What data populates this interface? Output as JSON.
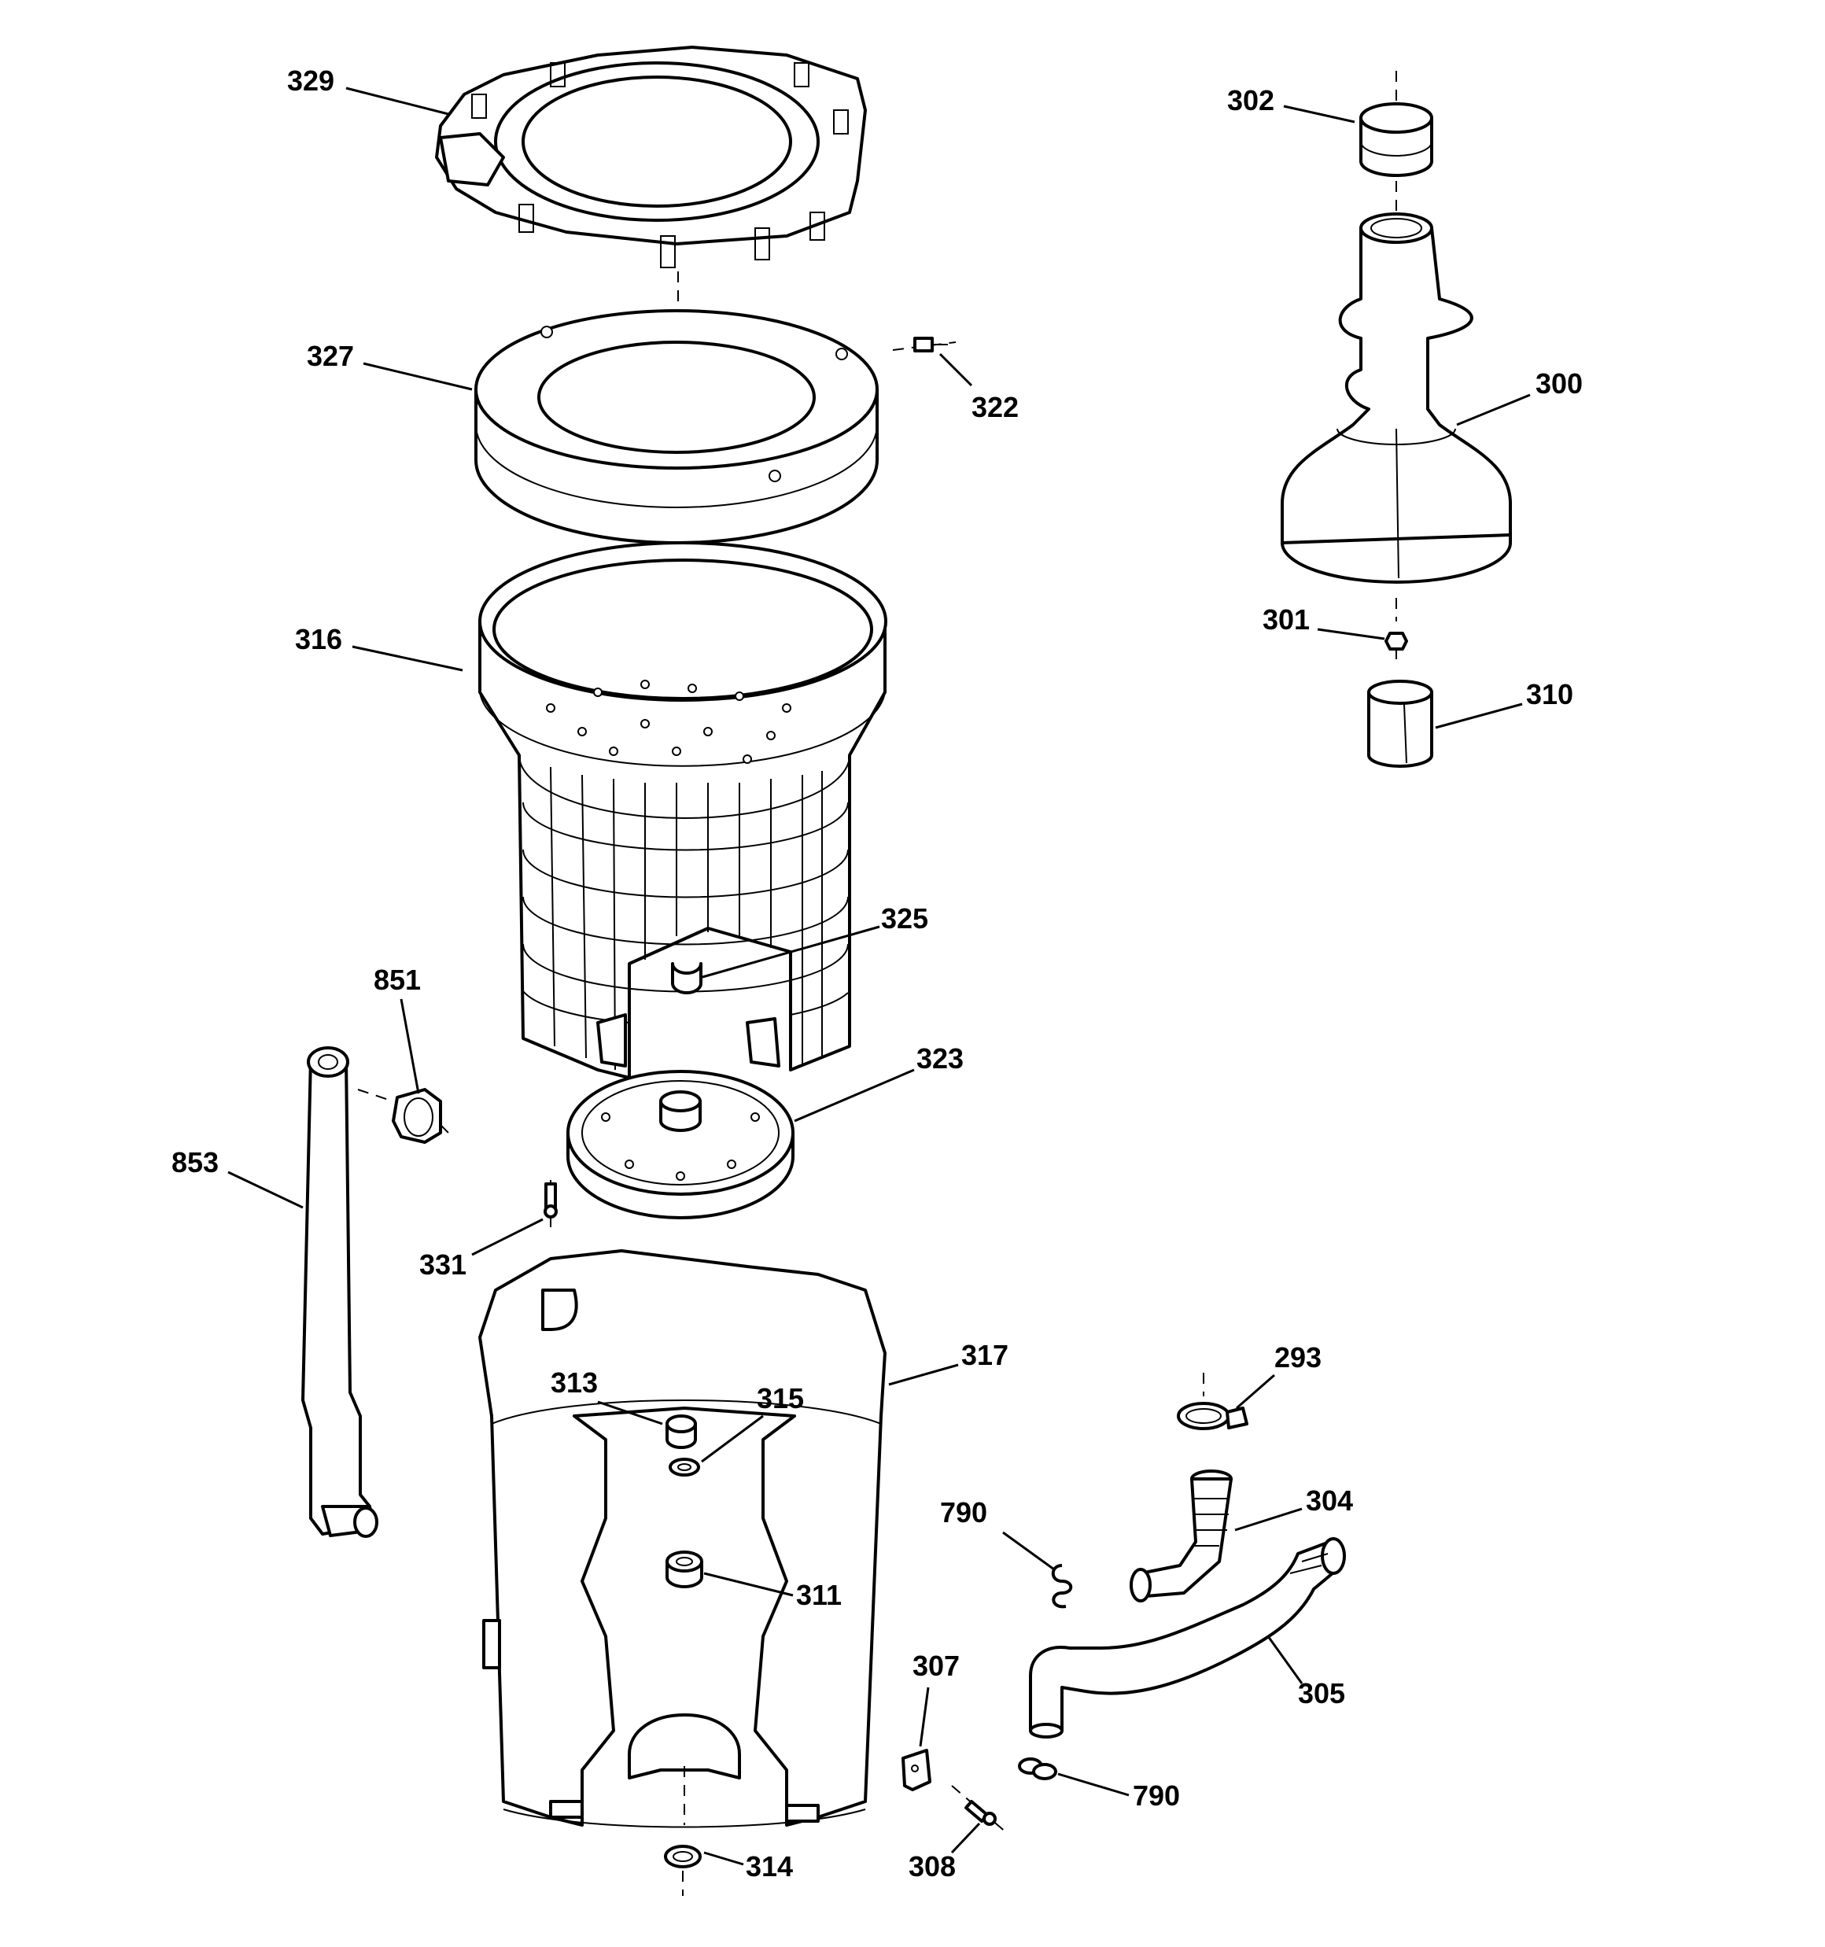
{
  "callouts": {
    "c329": "329",
    "c327": "327",
    "c322": "322",
    "c316": "316",
    "c325": "325",
    "c851": "851",
    "c853": "853",
    "c323": "323",
    "c331": "331",
    "c317": "317",
    "c313": "313",
    "c315": "315",
    "c311": "311",
    "c314": "314",
    "c302": "302",
    "c300": "300",
    "c301": "301",
    "c310": "310",
    "c293": "293",
    "c304": "304",
    "c790a": "790",
    "c305": "305",
    "c307": "307",
    "c790b": "790",
    "c308": "308"
  },
  "colors": {
    "ink": "#000000",
    "paper": "#ffffff"
  }
}
